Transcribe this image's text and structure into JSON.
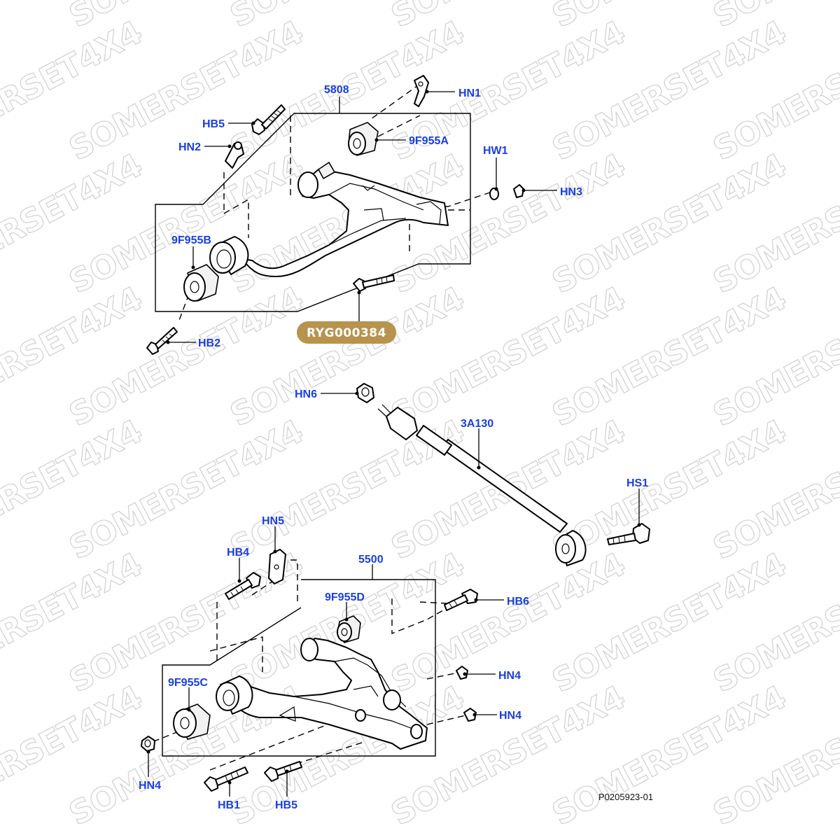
{
  "watermark": {
    "text": "SOMERSET4X4"
  },
  "badge": {
    "text": "RYG000384",
    "color": "#b8934d"
  },
  "drawing_ref": "P0205923-01",
  "accent_label_color": "#1a3fe0",
  "callouts": {
    "c5808": "5808",
    "hn1": "HN1",
    "hb5_top": "HB5",
    "c9f955a": "9F955A",
    "hn2": "HN2",
    "hw1": "HW1",
    "hn3": "HN3",
    "c9f955b": "9F955B",
    "hb2": "HB2",
    "hn6": "HN6",
    "c3a130": "3A130",
    "hs1": "HS1",
    "hn5": "HN5",
    "hb4": "HB4",
    "c5500": "5500",
    "c9f955d": "9F955D",
    "hb6": "HB6",
    "hn4_a": "HN4",
    "c9f955c": "9F955C",
    "hn4_b": "HN4",
    "hn4_c": "HN4",
    "hb1": "HB1",
    "hb5_bottom": "HB5"
  }
}
